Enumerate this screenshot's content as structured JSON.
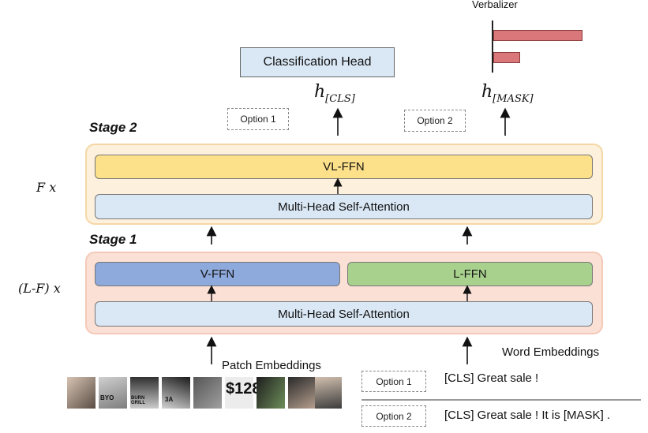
{
  "verbalizer": {
    "title": "Verbalizer",
    "bars": [
      0.9,
      0.27
    ],
    "bar_color": "#d9777a"
  },
  "head": {
    "classification": "Classification Head",
    "h_cls_main": "h",
    "h_cls_sub": "[CLS]",
    "h_mask_main": "h",
    "h_mask_sub": "[MASK]"
  },
  "options": {
    "top_option1": "Option 1",
    "top_option2": "Option 2",
    "bottom_option1": "Option 1",
    "bottom_option2": "Option 2"
  },
  "stage2": {
    "label": "Stage 2",
    "repeat": "F x",
    "vl_ffn": "VL-FFN",
    "mhsa": "Multi-Head Self-Attention",
    "bg": "#fdf0dc",
    "vl_color": "#fde08a"
  },
  "stage1": {
    "label": "Stage 1",
    "repeat": "(L-F) x",
    "v_ffn": "V-FFN",
    "l_ffn": "L-FFN",
    "mhsa": "Multi-Head Self-Attention",
    "bg": "#fbe0d6",
    "v_color": "#8ea9db",
    "l_color": "#a9d18e"
  },
  "inputs": {
    "patch": "Patch Embeddings",
    "word": "Word Embeddings",
    "text1": "[CLS] Great sale !",
    "text2": "[CLS] Great sale ! It is [MASK] .",
    "patch_texts": [
      "BYO",
      "BURN GRILL",
      "3A",
      "$128"
    ]
  },
  "colors": {
    "mhsa_bg": "#dae8f5",
    "head_bg": "#dae8f5"
  }
}
